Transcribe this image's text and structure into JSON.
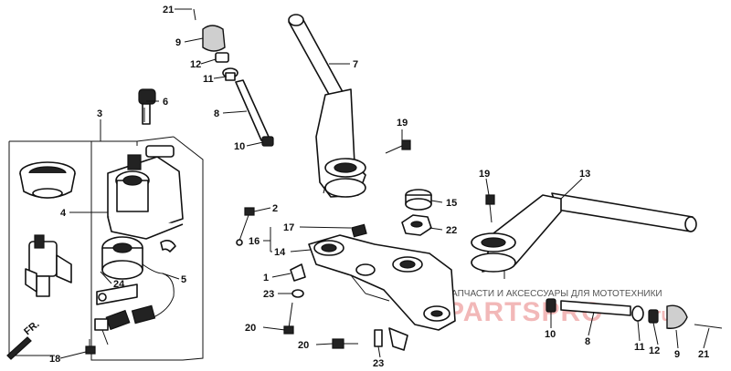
{
  "diagram": {
    "callouts": {
      "c21a": "21",
      "c9a": "9",
      "c12a": "12",
      "c11a": "11",
      "c8a": "8",
      "c10a": "10",
      "c6": "6",
      "c7": "7",
      "c3": "3",
      "c4": "4",
      "c5": "5",
      "c24": "24",
      "c18": "18",
      "c19a": "19",
      "c2": "2",
      "c17": "17",
      "c16": "16",
      "c14": "14",
      "c1": "1",
      "c23a": "23",
      "c20a": "20",
      "c20b": "20",
      "c23b": "23",
      "c15": "15",
      "c22": "22",
      "c19b": "19",
      "c13": "13",
      "c10b": "10",
      "c8b": "8",
      "c11b": "11",
      "c12b": "12",
      "c9b": "9",
      "c21b": "21"
    },
    "direction_marker": "FR.",
    "watermark": {
      "caption": "ЗАПЧАСТИ И АКСЕССУАРЫ ДЛЯ МОТОТЕХНИКИ",
      "brand": "PARTSPRO",
      "domain": ".ru"
    }
  }
}
